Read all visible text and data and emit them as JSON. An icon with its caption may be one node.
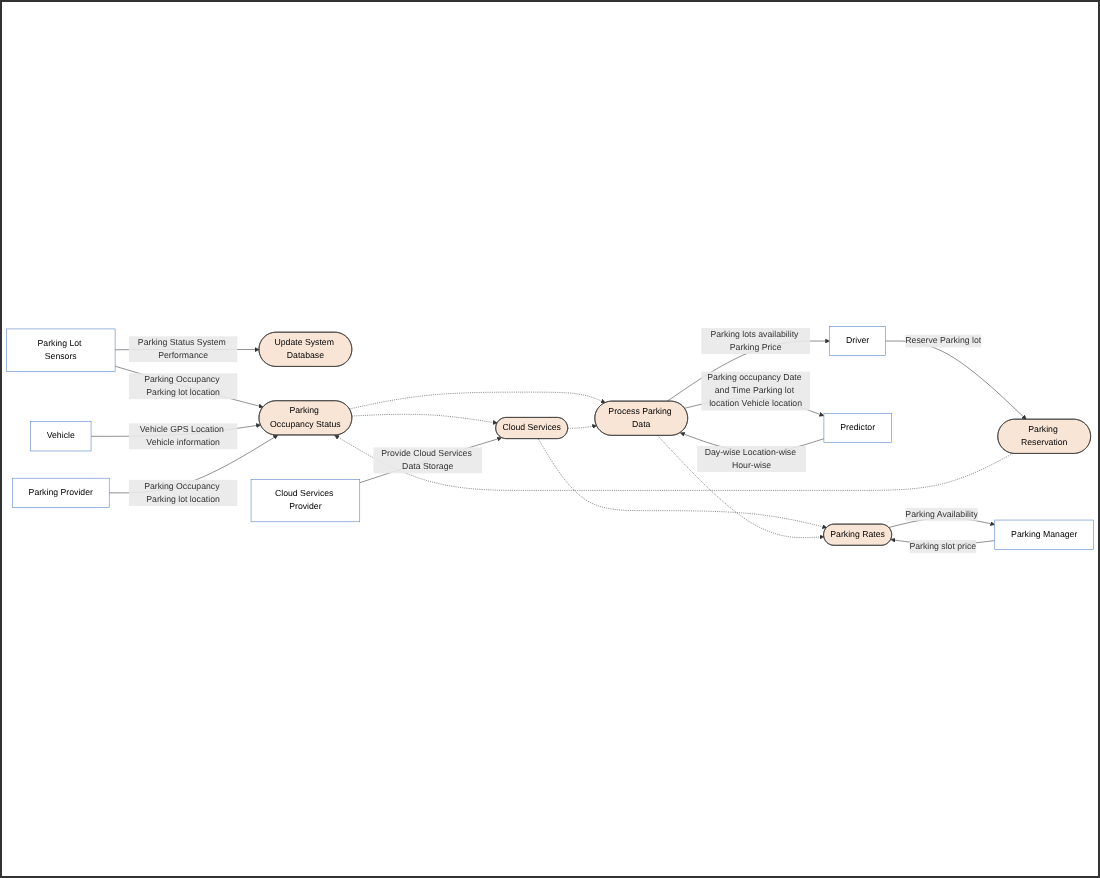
{
  "diagram": {
    "nodes": [
      {
        "text": [
          "Update System Database"
        ]
      },
      {
        "text": [
          "Parking Lot Sensors"
        ]
      },
      {
        "text": [
          "Vehicle"
        ]
      },
      {
        "text": [
          "Parking Occupancy Status"
        ]
      },
      {
        "text": [
          "Parking Provider"
        ]
      },
      {
        "text": [
          "Driver"
        ]
      },
      {
        "text": [
          "Parking Reservation"
        ]
      },
      {
        "text": [
          "Cloud Services"
        ]
      },
      {
        "text": [
          "Cloud Services Provider"
        ]
      },
      {
        "text": [
          "Predictor"
        ]
      },
      {
        "text": [
          "Process Parking Data"
        ]
      },
      {
        "text": [
          "Parking Rates"
        ]
      },
      {
        "text": [
          "Parking Manager"
        ]
      }
    ],
    "edges": [
      {
        "from": 1,
        "to": 0,
        "arrow": "to",
        "label": "Parking Status System Performance"
      },
      {
        "from": 1,
        "to": 3,
        "arrow": "to",
        "label": "Parking Occupancy Parking lot location"
      },
      {
        "from": 2,
        "to": 3,
        "arrow": "to",
        "label": "Vehicle GPS Location Vehicle information"
      },
      {
        "from": 4,
        "to": 3,
        "arrow": "to",
        "label": "Parking Occupancy Parking lot location"
      },
      {
        "from": 6,
        "to": 3,
        "arrow": "to",
        "style": "dashed"
      },
      {
        "from": 3,
        "to": 10,
        "arrow": "to",
        "style": "dashed"
      },
      {
        "from": 3,
        "to": 7,
        "arrow": "to",
        "style": "dashed"
      },
      {
        "from": 5,
        "to": 6,
        "arrow": "to",
        "label": "Reserve Parking lot"
      },
      {
        "from": 10,
        "to": 5,
        "arrow": "to",
        "label": "Parking lots availability Parking Price"
      },
      {
        "from": 8,
        "to": 7,
        "arrow": "to",
        "label": "Provide Cloud Services Data Storage"
      },
      {
        "from": 7,
        "to": 10,
        "arrow": "to",
        "style": "dashed"
      },
      {
        "from": 7,
        "to": 11,
        "arrow": "to",
        "style": "dashed"
      },
      {
        "from": 10,
        "to": 11,
        "arrow": "to",
        "style": "dashed"
      },
      {
        "from": 9,
        "to": 10,
        "arrow": "to",
        "label": "Day-wise Location-wise Hour-wise"
      },
      {
        "from": 10,
        "to": 9,
        "arrow": "to",
        "label": "Parking occupancy Date and Time Parking lot location Vehicle location"
      },
      {
        "from": 12,
        "to": 11,
        "arrow": "to",
        "label": "Parking slot price"
      },
      {
        "from": 11,
        "to": 12,
        "arrow": "to",
        "label": "Parking Availability"
      }
    ]
  }
}
